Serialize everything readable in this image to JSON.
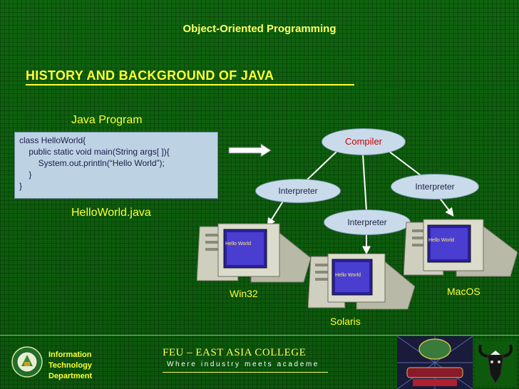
{
  "slide": {
    "title": "Object-Oriented Programming",
    "heading": "HISTORY AND BACKGROUND OF JAVA",
    "java_program_label": "Java Program",
    "filename_label": "HelloWorld.java"
  },
  "code": {
    "lines": [
      "class HelloWorld{",
      "    public static void main(String args[ ]){",
      "        System.out.println(“Hello World”);",
      "    }",
      "}"
    ]
  },
  "diagram": {
    "compiler": "Compiler",
    "interpreters": [
      "Interpreter",
      "Interpreter",
      "Interpreter"
    ],
    "screen_text": "Hello World",
    "platforms": [
      "Win32",
      "Solaris",
      "MacOS"
    ]
  },
  "footer": {
    "dept_lines": [
      "Information",
      "Technology",
      "Department"
    ],
    "college_name": "FEU – EAST ASIA COLLEGE",
    "tagline": "Where industry meets academe"
  },
  "colors": {
    "background": "#0d5a0d",
    "accent_yellow": "#ffff33",
    "compiler_text": "#cc0000",
    "oval_fill": "#c9dbeb",
    "code_box_fill": "#bdd3e3"
  }
}
